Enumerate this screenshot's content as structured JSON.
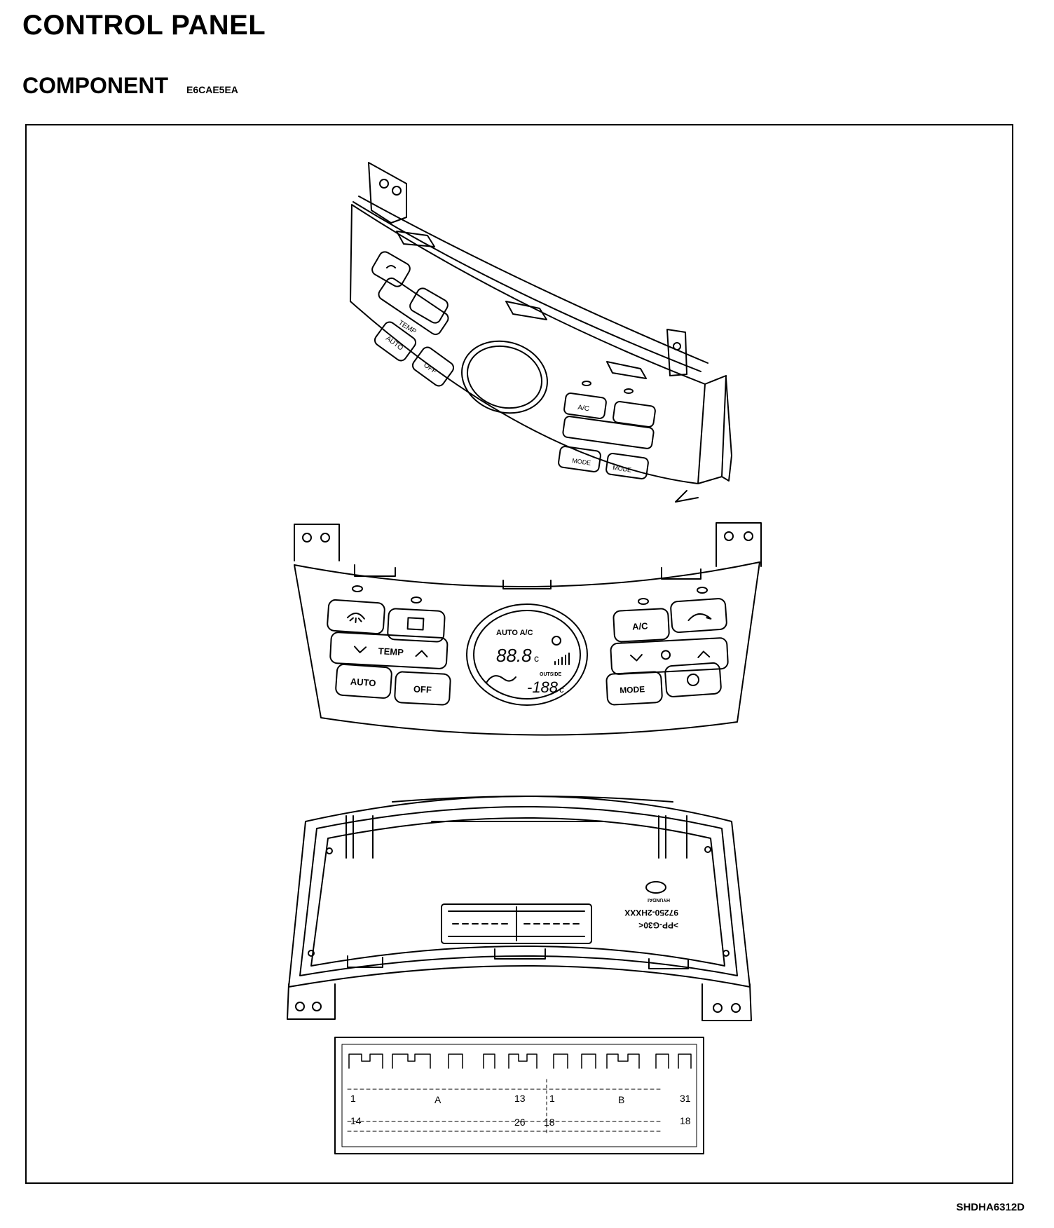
{
  "page": {
    "title": "CONTROL PANEL",
    "section_title": "COMPONENT",
    "section_code": "E6CAE5EA",
    "figure_ref": "SHDHA6312D"
  },
  "front_panel": {
    "auto_ac_label": "AUTO A/C",
    "display_digits": "88.8",
    "display_unit": "c",
    "outside_label": "OUTSIDE",
    "outside_digits": "-188",
    "outside_unit": "c",
    "buttons": {
      "temp": "TEMP",
      "auto": "AUTO",
      "off": "OFF",
      "ac": "A/C",
      "mode": "MODE"
    }
  },
  "iso_panel": {
    "temp": "TEMP",
    "auto": "AUTO",
    "off": "OFF",
    "ac": "A/C",
    "mode_left": "MODE",
    "mode_right": "MODE"
  },
  "rear_panel": {
    "brand_text": "HYUNDAI",
    "part_number": "97250-2HXXX",
    "material": ">PP-G30<"
  },
  "connector": {
    "pin_1": "1",
    "pin_13": "13",
    "pin_14": "14",
    "pin_26": "26",
    "pin_31": "31",
    "pin_18": "18",
    "pin_b1": "1",
    "pin_b18": "18",
    "label_a": "A",
    "label_b": "B"
  }
}
